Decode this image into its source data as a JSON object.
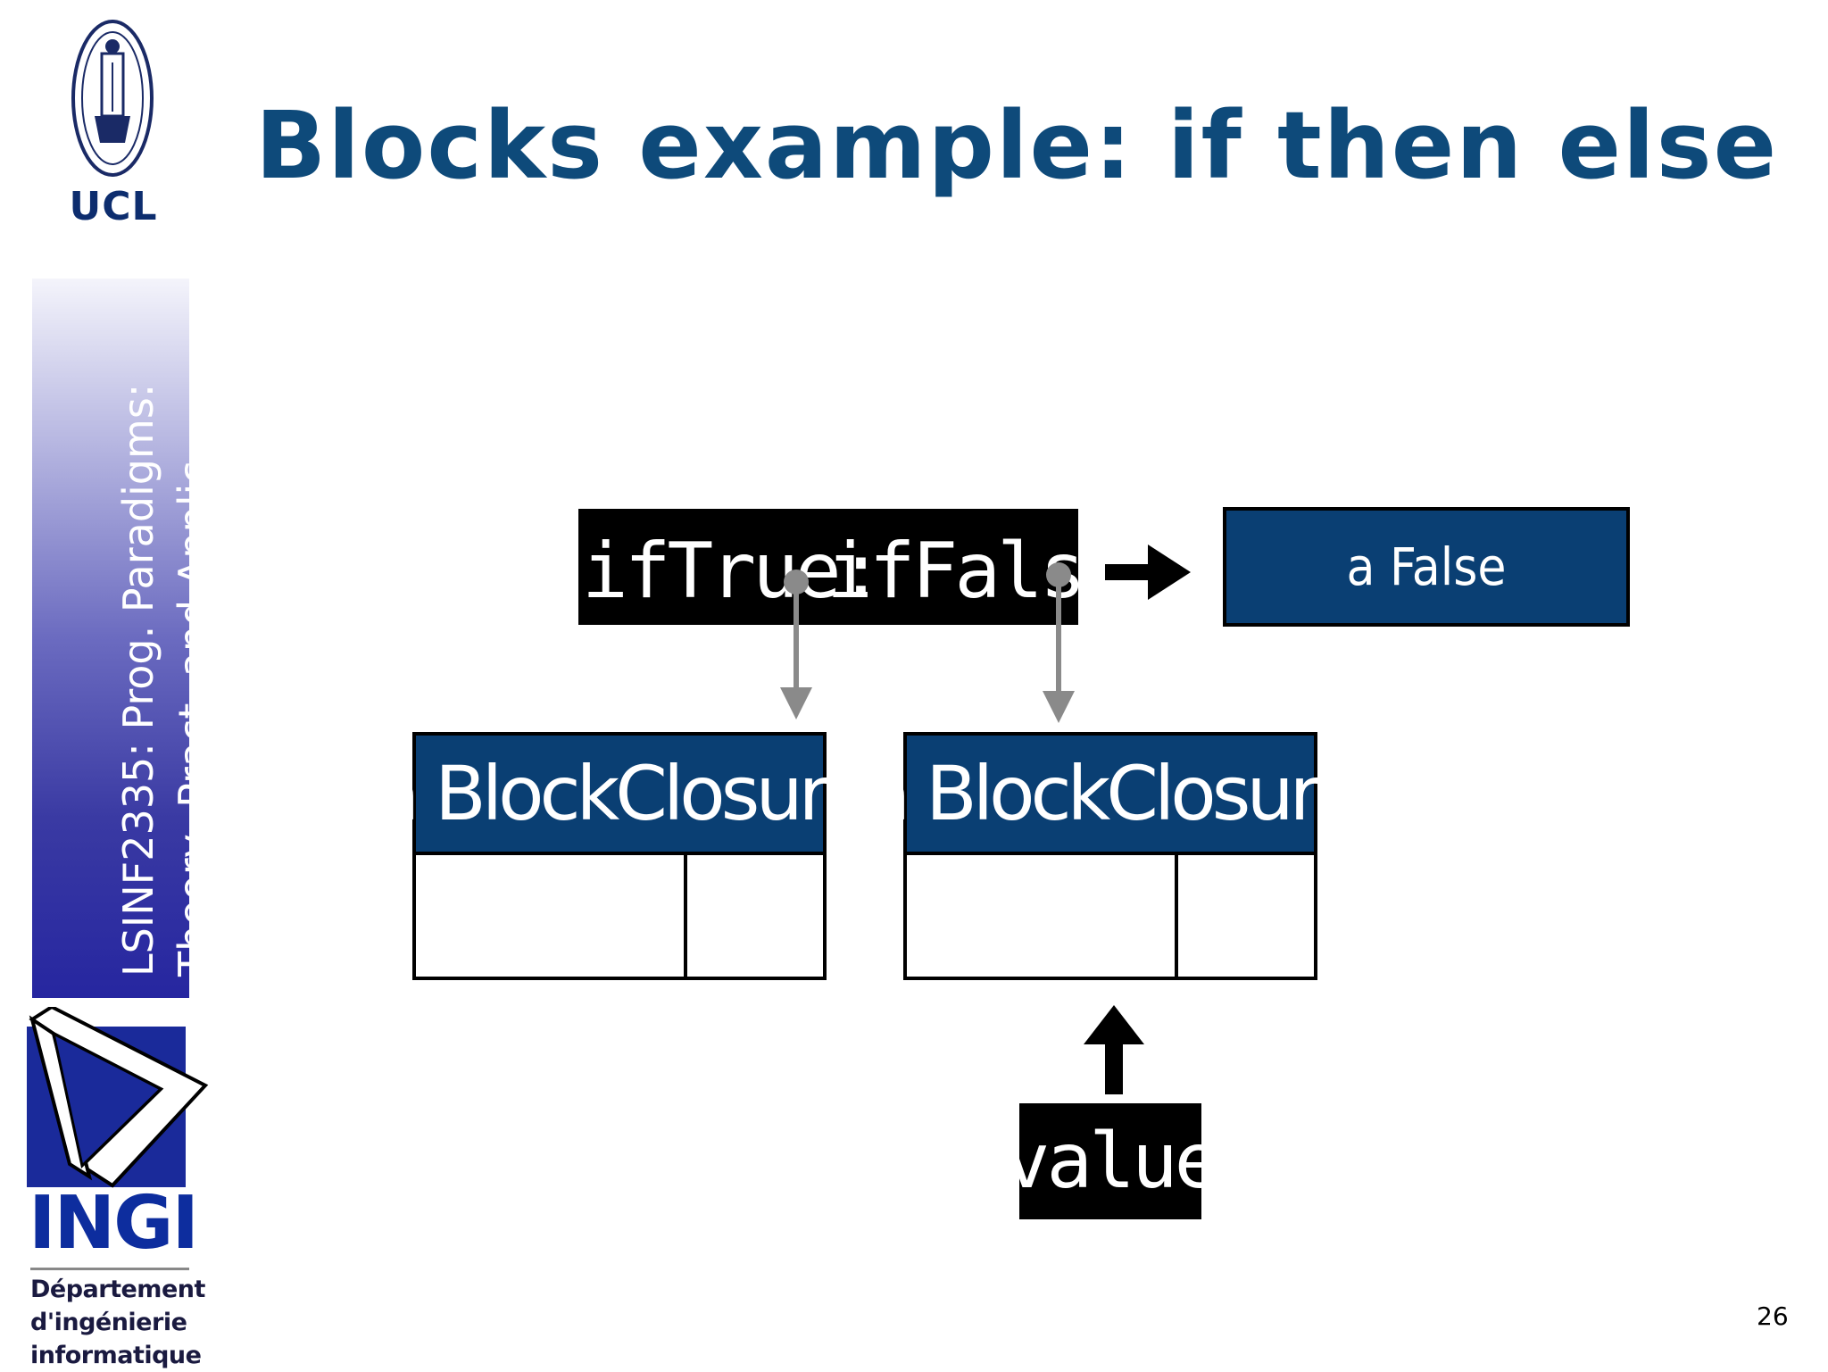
{
  "sidebar": {
    "institution": "UCL",
    "course_line1": "LSINF2335: Prog. Paradigms:",
    "course_line2": "Theory, Pract. and Applic.",
    "department_logo": "INGI",
    "department_line1": "Département",
    "department_line2": "d'ingénierie",
    "department_line3": "informatique"
  },
  "slide": {
    "title": "Blocks example: if then else",
    "page_number": "26"
  },
  "diagram": {
    "message_keyword1": "ifTrue:",
    "message_keyword2": "ifFalse:",
    "result_label": "a False",
    "closure1_label": "a BlockClosure",
    "closure2_label": "a BlockClosure",
    "value_label": "value"
  },
  "colors": {
    "title": "#0e4a7a",
    "box_fill": "#0a3f73",
    "pointer": "#8a8a8a"
  }
}
